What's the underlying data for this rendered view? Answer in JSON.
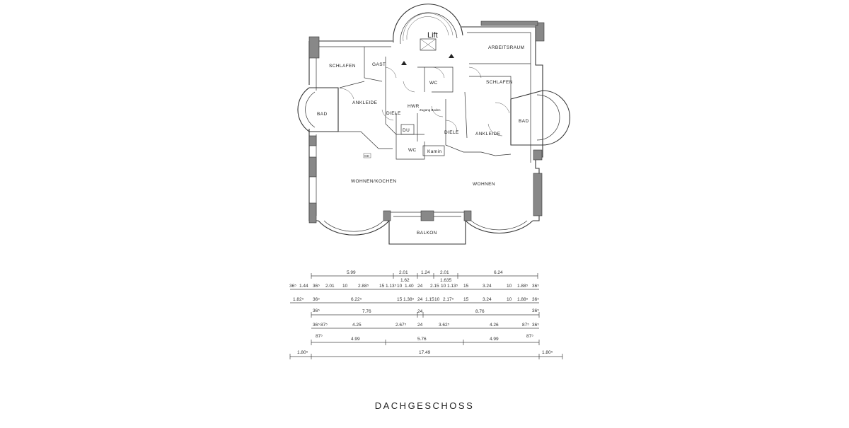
{
  "title": "DACHGESCHOSS",
  "rooms": {
    "lift": "Lift",
    "gast": "GAST",
    "schlafen_left": "SCHLAFEN",
    "ankleide_left": "ANKLEIDE",
    "bad_left": "BAD",
    "diele_left": "DIELE",
    "hwr": "HWR",
    "zugang_boden": "Zugang Boden",
    "du": "DU",
    "wc_left": "WC",
    "wc_upper": "WC",
    "kamin": "Kamin",
    "arbeitsraum": "ARBEITSRAUM",
    "schlafen_right": "SCHLAFEN",
    "bad_right": "BAD",
    "ankleide_right": "ANKLEIDE",
    "diele_right": "DIELE",
    "wohnen_kochen": "WOHNEN/KOCHEN",
    "wohnen": "WOHNEN",
    "balkon": "BALKON",
    "gd": "GD"
  },
  "dimensions": {
    "row1": [
      "5.99",
      "2.01",
      "1.24",
      "2.01",
      "6.24"
    ],
    "row1_sub": [
      "1.62",
      "1.635"
    ],
    "row2": [
      "36⁵",
      "1.44",
      "36⁵",
      "2.01",
      "10",
      "2.88⁵",
      "15",
      "1.13⁵",
      "10",
      "1.40",
      "24",
      "2.15",
      "10",
      "1.13⁵",
      "15",
      "3.24",
      "10",
      "1.88⁵",
      "36⁵"
    ],
    "row3": [
      "1.82⁵",
      "36⁵",
      "6.22⁵",
      "15",
      "1.38⁵",
      "24",
      "1.15",
      "10",
      "2.17⁵",
      "15",
      "3.24",
      "10",
      "1.88⁵",
      "36⁵"
    ],
    "row4": [
      "36⁵",
      "7.76",
      "24",
      "8.76",
      "36⁵"
    ],
    "row5": [
      "36⁵",
      "87⁵",
      "4.25",
      "2.67⁵",
      "24",
      "3.62⁵",
      "4.26",
      "87⁵",
      "36⁵"
    ],
    "row6": [
      "87⁵",
      "4.99",
      "5.76",
      "4.99",
      "87⁵"
    ],
    "row7": [
      "1.80⁵",
      "17.49",
      "1.80⁵"
    ]
  }
}
